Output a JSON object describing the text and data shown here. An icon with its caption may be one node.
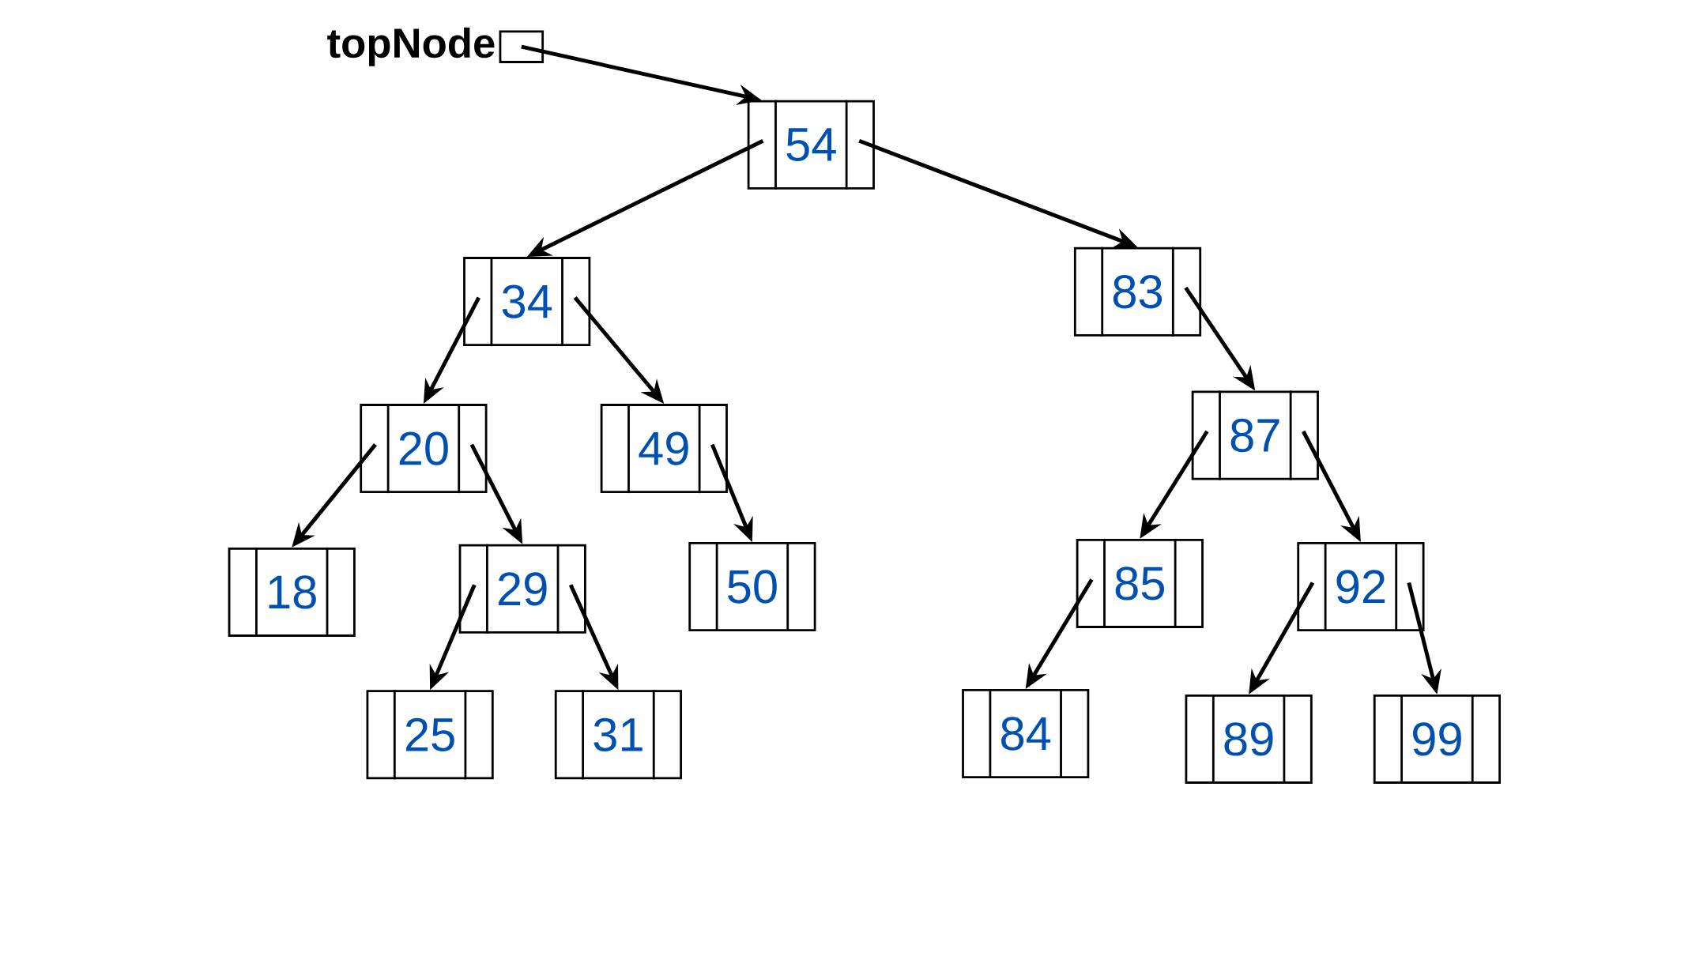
{
  "diagram": {
    "nodes": [
      {
        "text": [
          "topNode"
        ]
      },
      {
        "text": [
          "54"
        ]
      },
      {
        "text": [
          "34"
        ]
      },
      {
        "text": [
          "83"
        ]
      },
      {
        "text": [
          "20"
        ]
      },
      {
        "text": [
          "49"
        ]
      },
      {
        "text": [
          "87"
        ]
      },
      {
        "text": [
          "18"
        ]
      },
      {
        "text": [
          "29"
        ]
      },
      {
        "text": [
          "50"
        ]
      },
      {
        "text": [
          "85"
        ]
      },
      {
        "text": [
          "92"
        ]
      },
      {
        "text": [
          "25"
        ]
      },
      {
        "text": [
          "31"
        ]
      },
      {
        "text": [
          "84"
        ]
      },
      {
        "text": [
          "89"
        ]
      },
      {
        "text": [
          "99"
        ]
      }
    ],
    "edges": [
      {
        "from": 0,
        "to": 1,
        "arrow": "to"
      },
      {
        "from": 1,
        "to": 2,
        "arrow": "to"
      },
      {
        "from": 1,
        "to": 3,
        "arrow": "to"
      },
      {
        "from": 2,
        "to": 4,
        "arrow": "to"
      },
      {
        "from": 2,
        "to": 5,
        "arrow": "to"
      },
      {
        "from": 3,
        "to": 6,
        "arrow": "to"
      },
      {
        "from": 4,
        "to": 7,
        "arrow": "to"
      },
      {
        "from": 4,
        "to": 8,
        "arrow": "to"
      },
      {
        "from": 5,
        "to": 9,
        "arrow": "to"
      },
      {
        "from": 6,
        "to": 10,
        "arrow": "to"
      },
      {
        "from": 6,
        "to": 11,
        "arrow": "to"
      },
      {
        "from": 8,
        "to": 12,
        "arrow": "to"
      },
      {
        "from": 8,
        "to": 13,
        "arrow": "to"
      },
      {
        "from": 10,
        "to": 14,
        "arrow": "to"
      },
      {
        "from": 11,
        "to": 15,
        "arrow": "to"
      },
      {
        "from": 11,
        "to": 16,
        "arrow": "to"
      }
    ]
  }
}
